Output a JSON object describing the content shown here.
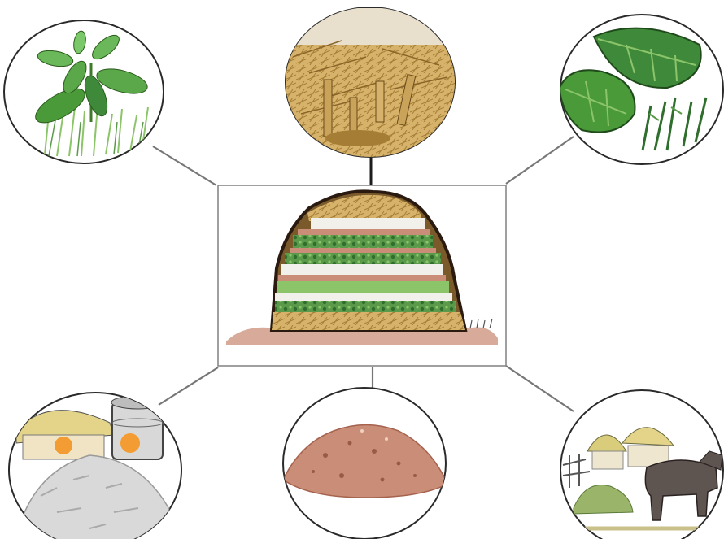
{
  "diagram": {
    "center": {
      "illustration": "layered-compost-heap"
    },
    "inputs": [
      {
        "key": "green-leafy-plants",
        "illustration": "plant-with-grass"
      },
      {
        "key": "dry-straw",
        "illustration": "straw-and-stalks"
      },
      {
        "key": "green-leaves",
        "illustration": "large-leaves-and-grass"
      },
      {
        "key": "wood-ash",
        "illustration": "ash-heap-with-cooking-pots"
      },
      {
        "key": "soil",
        "illustration": "soil-heap"
      },
      {
        "key": "animal-manure",
        "illustration": "cow-with-huts-and-dung"
      }
    ],
    "colors": {
      "straw": "#c9a35a",
      "soil": "#c98d78",
      "leaf": "#3f8a3a",
      "outline": "#2a1a10",
      "connector": "#777777"
    }
  }
}
